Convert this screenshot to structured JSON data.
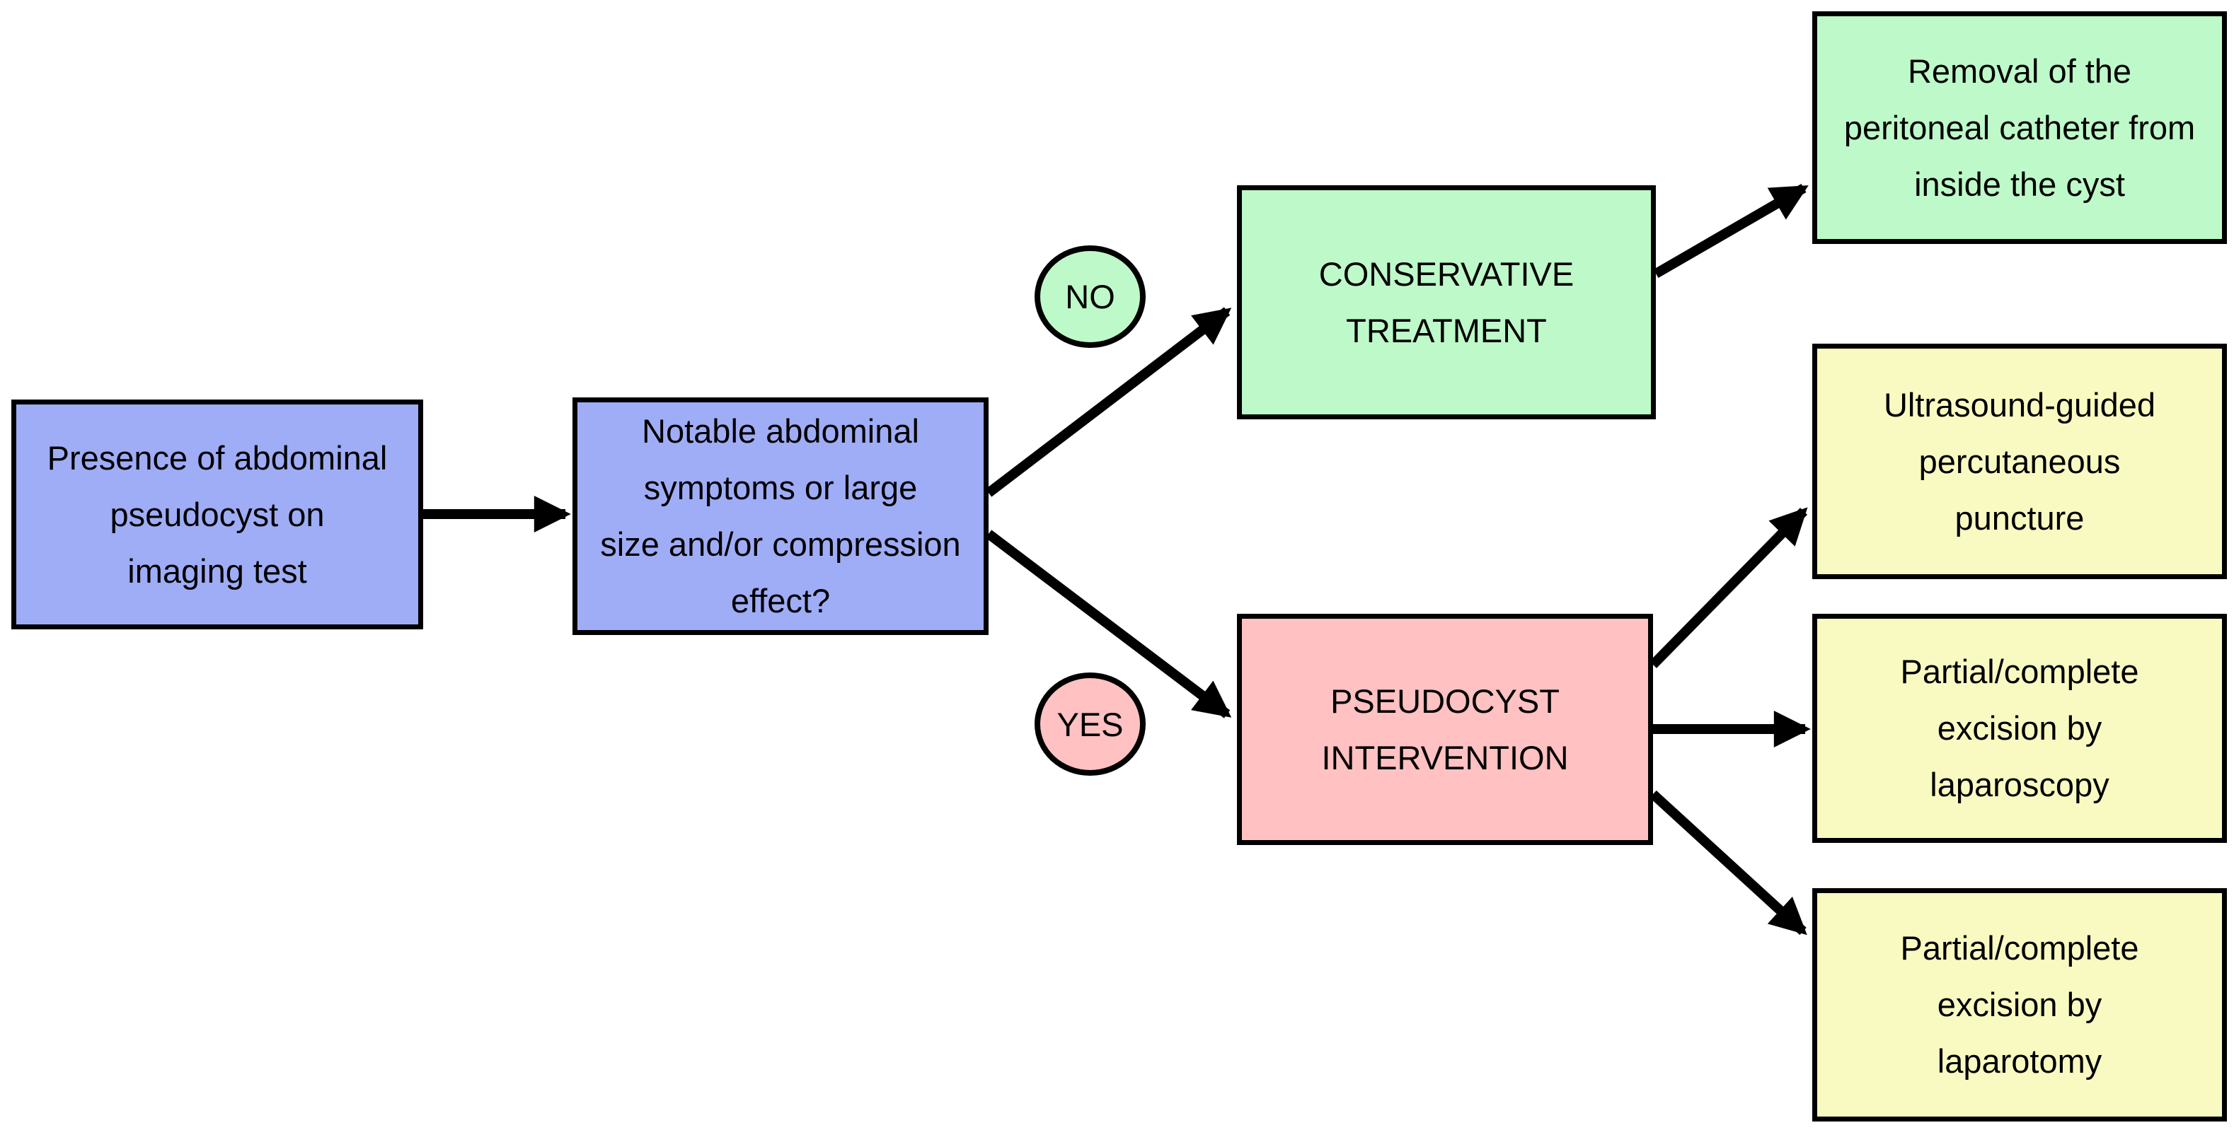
{
  "diagram": {
    "title": "Abdominal pseudocyst management flowchart",
    "colors": {
      "box_blue": "#9fadf7",
      "box_green": "#befac9",
      "box_pink": "#ffc1c1",
      "box_yellow": "#f9fac1",
      "outline": "#000000",
      "arrow": "#000000",
      "background": "#ffffff"
    },
    "nodes": {
      "presence": {
        "label": "Presence of abdominal\npseudocyst on\nimaging test",
        "color": "#9fadf7"
      },
      "question": {
        "label": "Notable abdominal\nsymptoms or large\nsize and/or compression\neffect?",
        "color": "#9fadf7"
      },
      "no_badge": {
        "label": "NO",
        "color": "#befac9"
      },
      "yes_badge": {
        "label": "YES",
        "color": "#ffc1c1"
      },
      "conservative": {
        "label": "CONSERVATIVE\nTREATMENT",
        "color": "#befac9"
      },
      "intervention": {
        "label": "PSEUDOCYST\nINTERVENTION",
        "color": "#ffc1c1"
      },
      "catheter_removal": {
        "label": "Removal of the\nperitoneal catheter from\ninside the cyst",
        "color": "#befac9"
      },
      "puncture": {
        "label": "Ultrasound-guided\npercutaneous\npuncture",
        "color": "#f9fac1"
      },
      "laparoscopy": {
        "label": "Partial/complete\nexcision by\nlaparoscopy",
        "color": "#f9fac1"
      },
      "laparotomy": {
        "label": "Partial/complete\nexcision by\nlaparotomy",
        "color": "#f9fac1"
      }
    },
    "edges": [
      {
        "from": "presence",
        "to": "question"
      },
      {
        "from": "question",
        "to": "conservative",
        "condition": "NO"
      },
      {
        "from": "question",
        "to": "intervention",
        "condition": "YES"
      },
      {
        "from": "conservative",
        "to": "catheter_removal"
      },
      {
        "from": "intervention",
        "to": "puncture"
      },
      {
        "from": "intervention",
        "to": "laparoscopy"
      },
      {
        "from": "intervention",
        "to": "laparotomy"
      }
    ]
  }
}
